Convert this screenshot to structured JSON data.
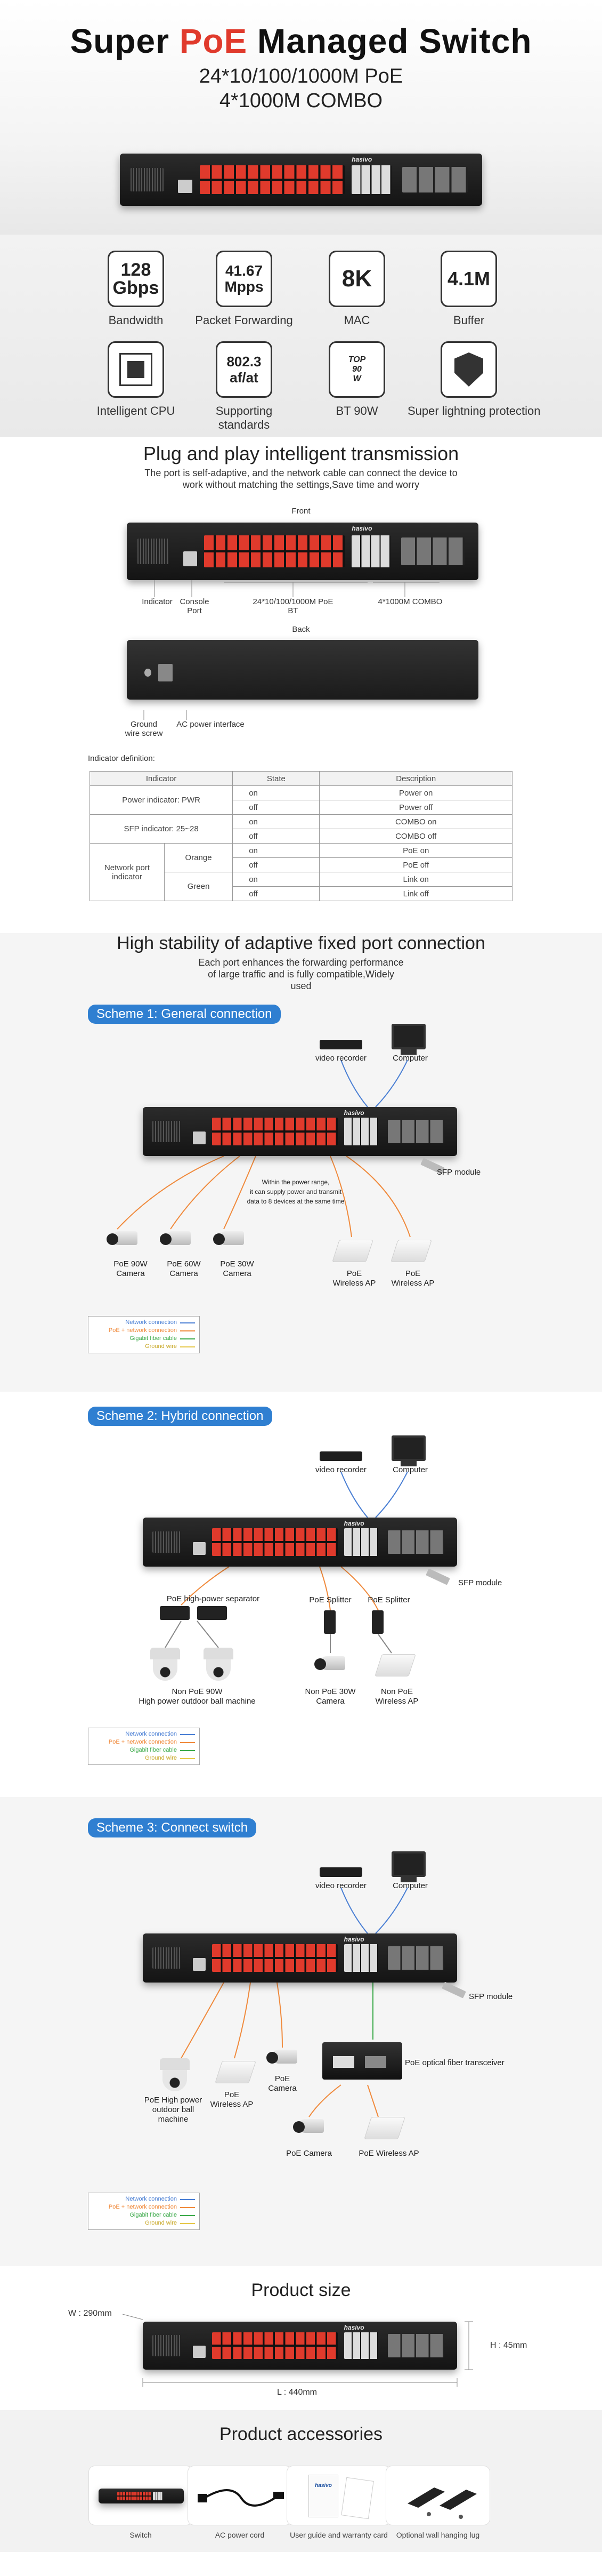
{
  "hero": {
    "title_pre": "Super ",
    "title_poe": "PoE",
    "title_post": " Managed Switch",
    "line1": "24*10/100/1000M PoE",
    "line2": "4*1000M COMBO",
    "brand": "hasivo"
  },
  "specs": [
    {
      "value": "128\nGbps",
      "label": "Bandwidth",
      "icon": "bandwidth-icon"
    },
    {
      "value": "41.67\nMpps",
      "label": "Packet Forwarding",
      "icon": "forwarding-icon"
    },
    {
      "value": "8K",
      "label": "MAC",
      "icon": "mac-icon"
    },
    {
      "value": "4.1M",
      "label": "Buffer",
      "icon": "buffer-icon"
    },
    {
      "value": "",
      "label": "Intelligent CPU",
      "icon": "cpu-chip-icon"
    },
    {
      "value": "802.3\naf/at",
      "label": "Supporting standards",
      "icon": "standards-icon"
    },
    {
      "value": "TOP\n90\nW",
      "label": "BT 90W",
      "icon": "bt90w-icon"
    },
    {
      "value": "",
      "label": "Super lightning protection",
      "icon": "lightning-shield-icon"
    }
  ],
  "interface": {
    "title": "Plug and play intelligent transmission",
    "desc": "The port is self-adaptive, and the network cable can connect the device to work without matching the settings,Save time and worry",
    "front": "Front",
    "back": "Back",
    "indicator": "Indicator",
    "console": "Console\nPort",
    "poe_ports": "24*10/100/1000M PoE\nBT",
    "combo": "4*1000M COMBO",
    "ground": "Ground\nwire screw",
    "ac": "AC power interface",
    "def_title": "Indicator definition:",
    "table": {
      "headers": [
        "Indicator",
        "State",
        "Description"
      ],
      "rows": [
        {
          "group": "Power indicator:  PWR",
          "sub": "",
          "state": "on",
          "desc": "Power on"
        },
        {
          "group": "",
          "sub": "",
          "state": "off",
          "desc": "Power off"
        },
        {
          "group": "SFP indicator:  25~28",
          "sub": "",
          "state": "on",
          "desc": "COMBO on"
        },
        {
          "group": "",
          "sub": "",
          "state": "off",
          "desc": "COMBO off"
        },
        {
          "group": "Network port indicator",
          "sub": "Orange",
          "state": "on",
          "desc": "PoE on"
        },
        {
          "group": "",
          "sub": "",
          "state": "off",
          "desc": "PoE off"
        },
        {
          "group": "",
          "sub": "Green",
          "state": "on",
          "desc": "Link on"
        },
        {
          "group": "",
          "sub": "",
          "state": "off",
          "desc": "Link off"
        }
      ]
    }
  },
  "stability": {
    "title": "High stability of adaptive fixed port connection",
    "desc": "Each port enhances the forwarding performance of large traffic and is fully compatible,Widely used"
  },
  "scheme1": {
    "tag": "Scheme 1: General connection",
    "video_recorder": "video recorder",
    "computer": "Computer",
    "sfp": "SFP module",
    "note": "Within the power range,\nit can supply power and transmit\ndata to 8 devices at the same time",
    "devices": [
      "PoE 90W\nCamera",
      "PoE 60W\nCamera",
      "PoE 30W\nCamera",
      "PoE\nWireless AP",
      "PoE\nWireless AP"
    ]
  },
  "scheme2": {
    "tag": "Scheme 2: Hybrid connection",
    "video_recorder": "video recorder",
    "computer": "Computer",
    "sfp": "SFP module",
    "separator": "PoE high-power separator",
    "splitter1": "PoE Splitter",
    "splitter2": "PoE Splitter",
    "devices": [
      "Non PoE 90W\nHigh power outdoor ball machine",
      "Non PoE 30W\nCamera",
      "Non PoE\nWireless AP"
    ]
  },
  "scheme3": {
    "tag": "Scheme 3: Connect switch",
    "video_recorder": "video recorder",
    "computer": "Computer",
    "sfp": "SFP module",
    "fiber": "PoE optical fiber transceiver",
    "devices": [
      "PoE High power\noutdoor ball\nmachine",
      "PoE\nWireless AP",
      "PoE\nCamera",
      "PoE Camera",
      "PoE Wireless AP"
    ]
  },
  "legend": {
    "items": [
      {
        "label": "Network connection",
        "color": "#4a7fd4"
      },
      {
        "label": "PoE + network connection",
        "color": "#f08a3c"
      },
      {
        "label": "Gigabit fiber cable",
        "color": "#3caa4a"
      },
      {
        "label": "Ground wire",
        "color": "#e6c84a"
      }
    ]
  },
  "size": {
    "title": "Product size",
    "w": "W : 290mm",
    "h": "H : 45mm",
    "l": "L : 440mm"
  },
  "accessories": {
    "title": "Product accessories",
    "items": [
      "Switch",
      "AC power cord",
      "User guide and warranty card",
      "Optional wall hanging lug"
    ]
  },
  "colors": {
    "accent": "#e03a2c",
    "tag_blue": "#2f7fd1"
  }
}
